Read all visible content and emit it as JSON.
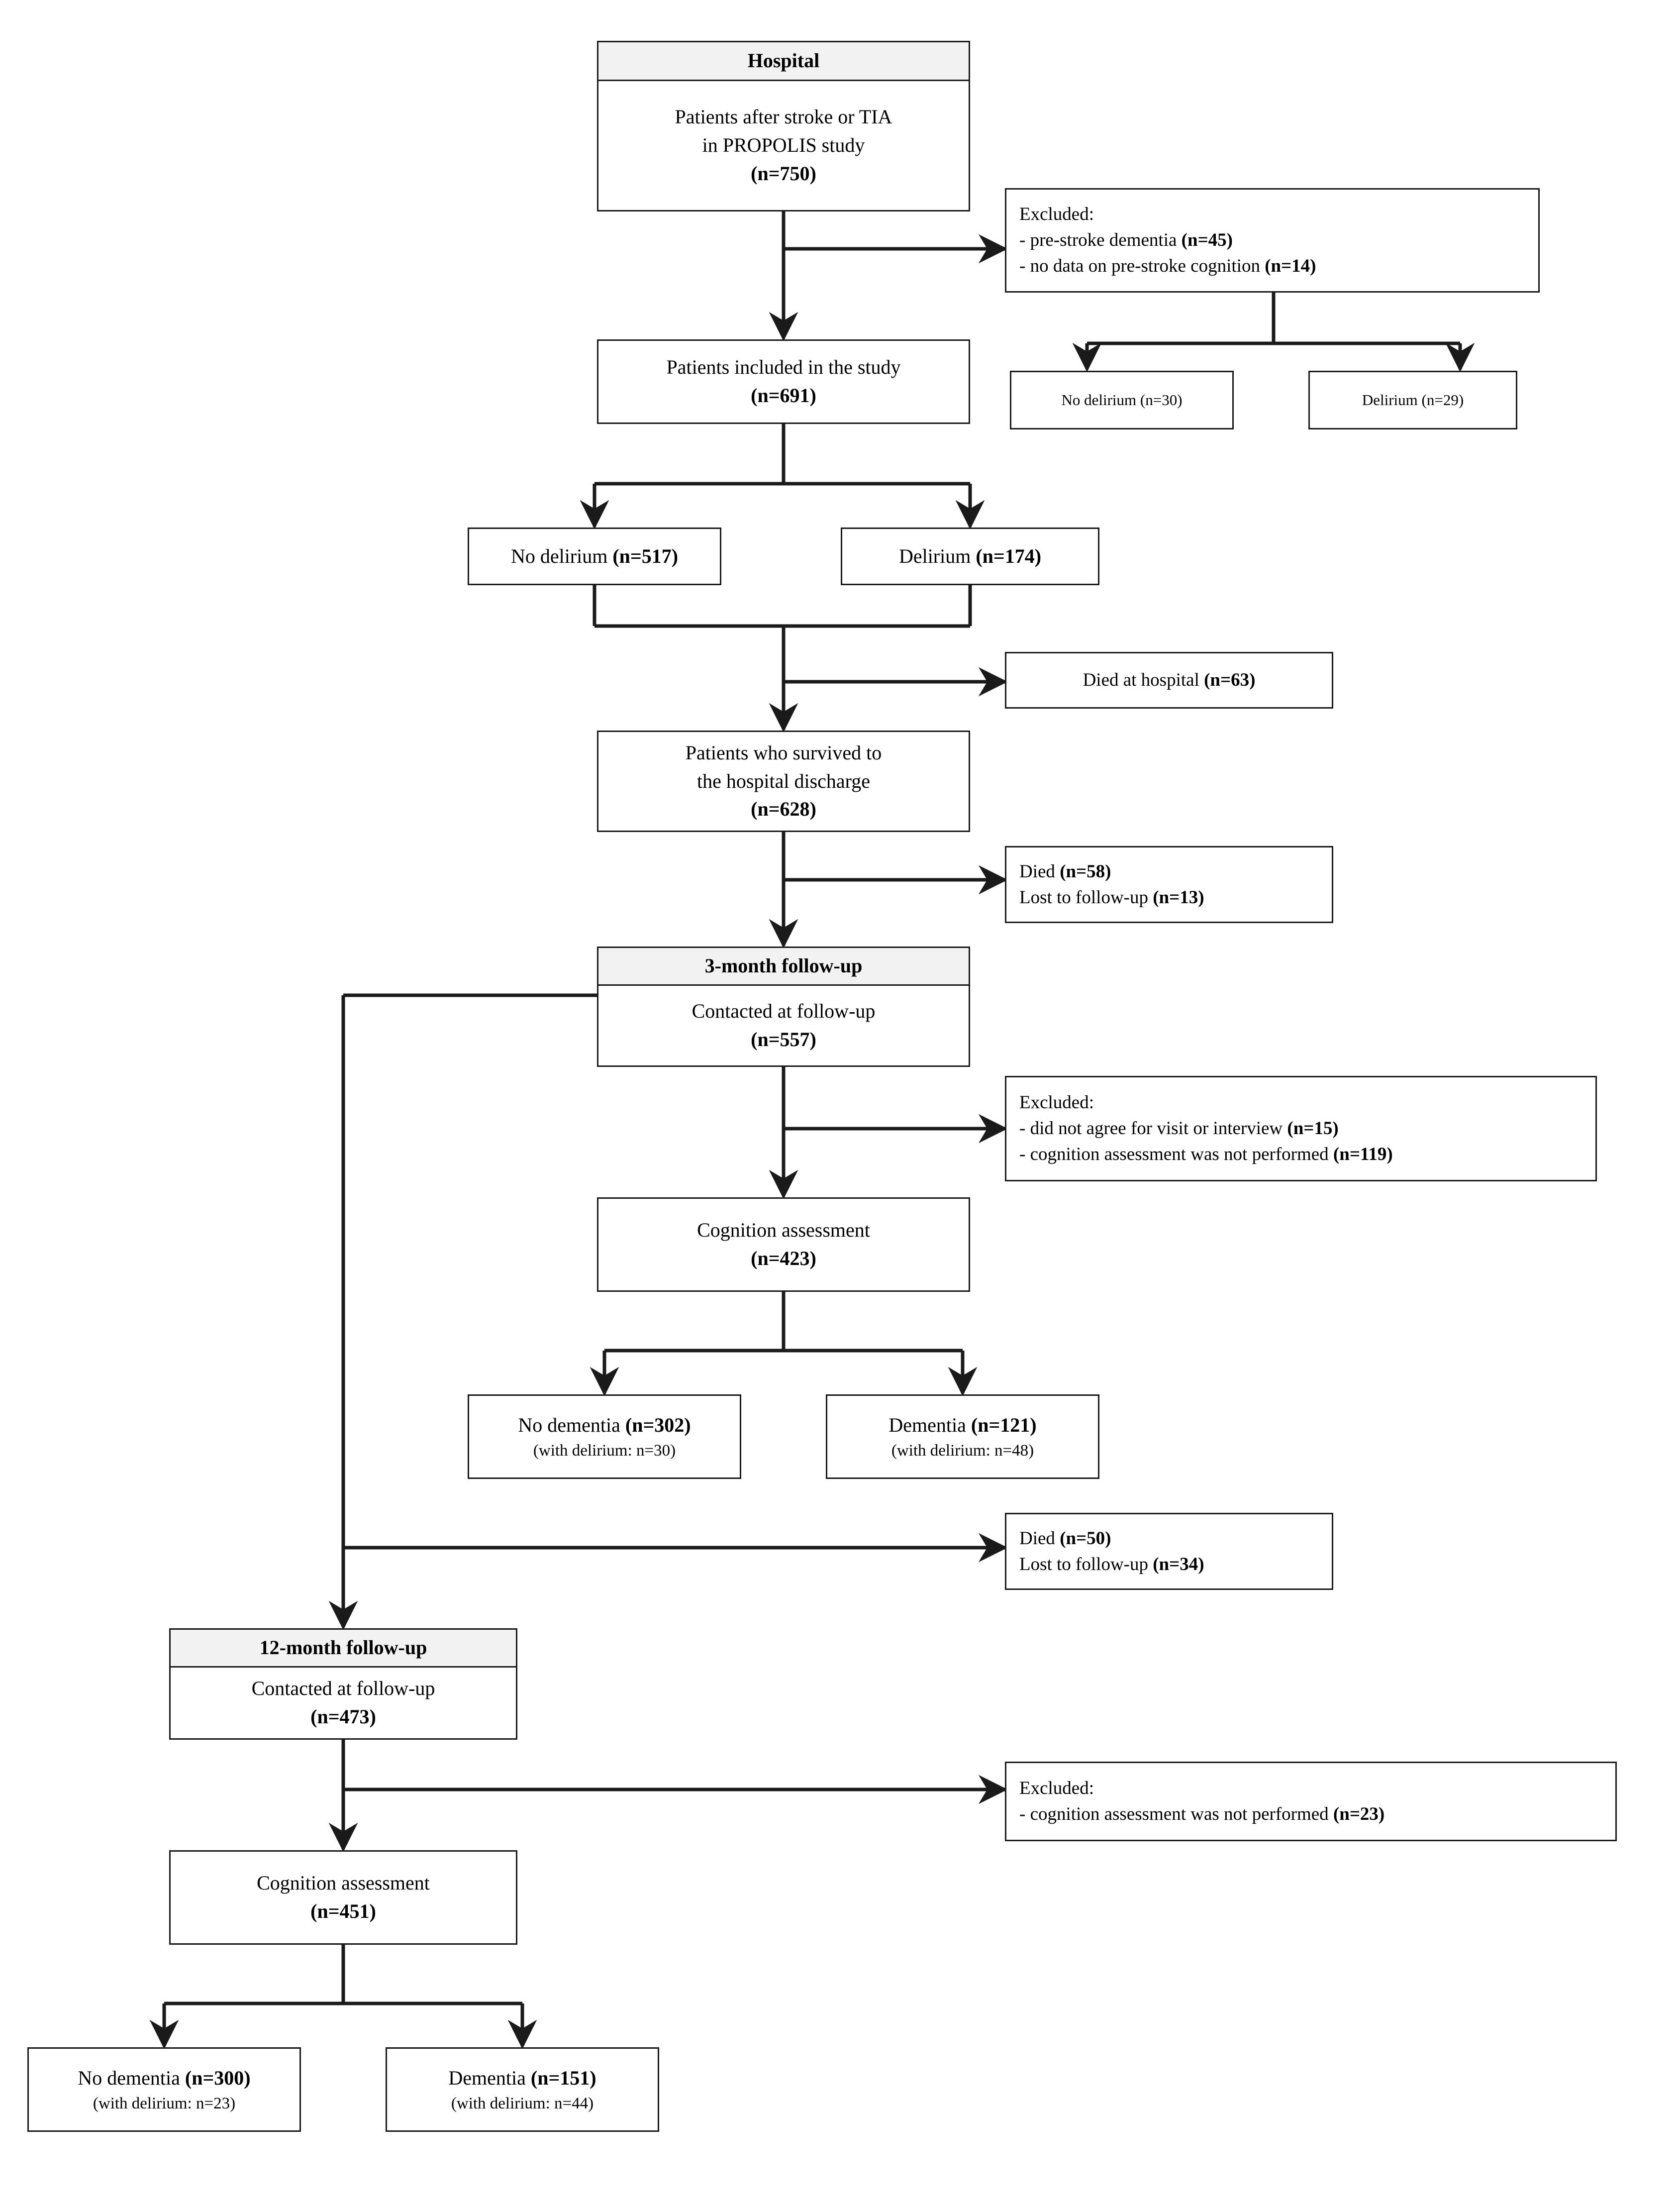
{
  "diagram": {
    "title": "PROPOLIS study participant flow",
    "type": "flowchart",
    "colors": {
      "line": "#1a1a1a",
      "box_fill": "#ffffff",
      "header_fill": "#f2f2f2",
      "text": "#000000"
    }
  },
  "nodes": {
    "hospital": {
      "header": "Hospital",
      "line1": "Patients after stroke or TIA",
      "line2": "in PROPOLIS study",
      "line3": "(n=750)"
    },
    "excluded_baseline": {
      "line1": "Excluded:",
      "line2": "- pre-stroke dementia ",
      "line2b": "(n=45)",
      "line3": "- no data on pre-stroke cognition ",
      "line3b": "(n=14)"
    },
    "excl_no_delirium": {
      "label": "No delirium (n=30)"
    },
    "excl_delirium": {
      "label": "Delirium (n=29)"
    },
    "included": {
      "line1": "Patients included in the study",
      "line2": "(n=691)"
    },
    "no_delirium": {
      "text": "No delirium ",
      "count": "(n=517)"
    },
    "delirium": {
      "text": "Delirium ",
      "count": "(n=174)"
    },
    "died_hospital": {
      "text": "Died at hospital ",
      "count": "(n=63)"
    },
    "survived": {
      "line1": "Patients who survived to",
      "line2": "the hospital discharge",
      "line3": "(n=628)"
    },
    "died_lost_3m": {
      "line1": "Died ",
      "line1b": "(n=58)",
      "line2": "Lost to follow-up ",
      "line2b": "(n=13)"
    },
    "fu3": {
      "header": "3-month follow-up",
      "line1": "Contacted at follow-up",
      "line2": "(n=557)"
    },
    "excluded_3m": {
      "line1": "Excluded:",
      "line2": "- did not agree for visit or interview ",
      "line2b": "(n=15)",
      "line3": "- cognition assessment was not performed ",
      "line3b": "(n=119)"
    },
    "cog3": {
      "line1": "Cognition assessment",
      "line2": "(n=423)"
    },
    "no_dem3": {
      "text": "No dementia ",
      "count": "(n=302)",
      "sub": "(with delirium: n=30)"
    },
    "dem3": {
      "text": "Dementia ",
      "count": "(n=121)",
      "sub": "(with delirium: n=48)"
    },
    "died_lost_12m": {
      "line1": "Died ",
      "line1b": "(n=50)",
      "line2": "Lost to follow-up ",
      "line2b": "(n=34)"
    },
    "fu12": {
      "header": "12-month follow-up",
      "line1": "Contacted at follow-up",
      "line2": "(n=473)"
    },
    "excluded_12m": {
      "line1": "Excluded:",
      "line2": "- cognition assessment was not performed ",
      "line2b": "(n=23)"
    },
    "cog12": {
      "line1": "Cognition assessment",
      "line2": "(n=451)"
    },
    "no_dem12": {
      "text": "No dementia ",
      "count": "(n=300)",
      "sub": "(with delirium: n=23)"
    },
    "dem12": {
      "text": "Dementia ",
      "count": "(n=151)",
      "sub": "(with delirium: n=44)"
    }
  }
}
